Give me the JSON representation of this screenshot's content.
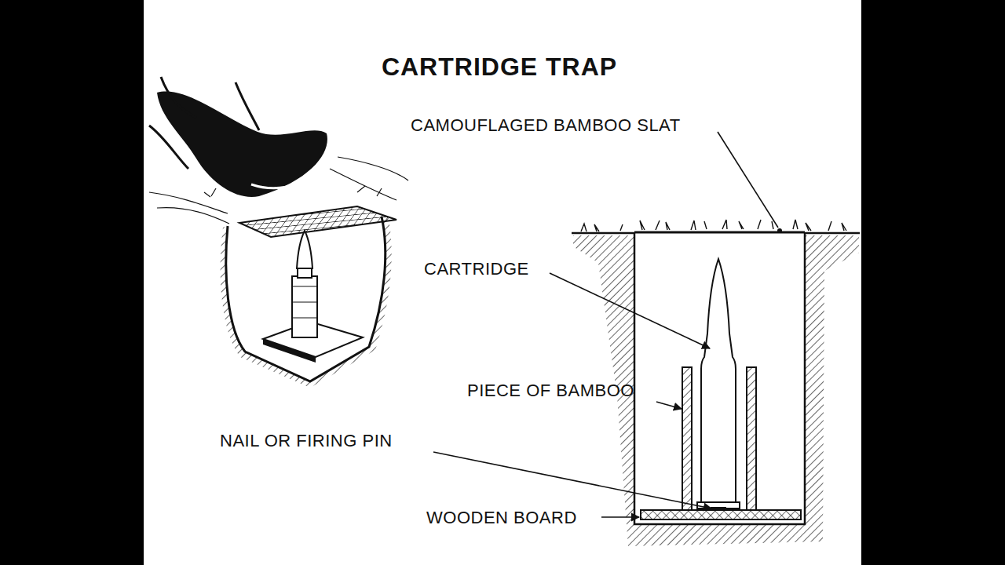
{
  "diagram": {
    "title": "CARTRIDGE TRAP",
    "labels": [
      "CAMOUFLAGED BAMBOO SLAT",
      "CARTRIDGE",
      "PIECE OF BAMBOO",
      "NAIL OR FIRING PIN",
      "WOODEN BOARD"
    ]
  }
}
